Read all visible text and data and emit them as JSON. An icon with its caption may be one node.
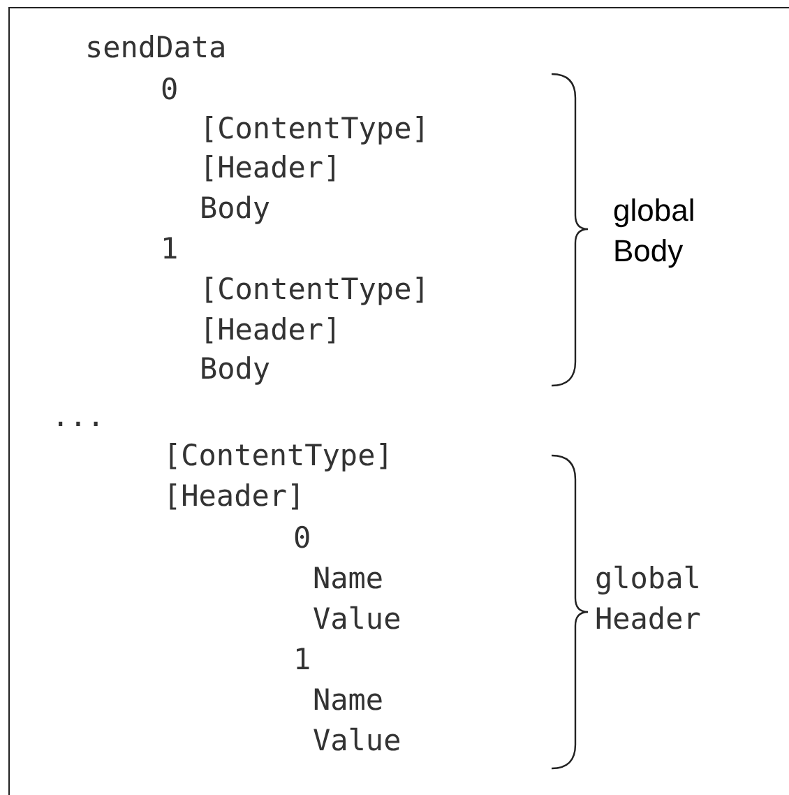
{
  "diagram": {
    "labels": [
      "sendData",
      "0",
      "[ContentType]",
      "[Header]",
      "Body",
      "global Body",
      "1",
      "[ContentType]",
      "[Header]",
      "Body",
      "...",
      "[ContentType]",
      "[Header]",
      "0",
      "Name",
      "global Header",
      "Value",
      "1",
      "Name",
      "Value"
    ]
  }
}
